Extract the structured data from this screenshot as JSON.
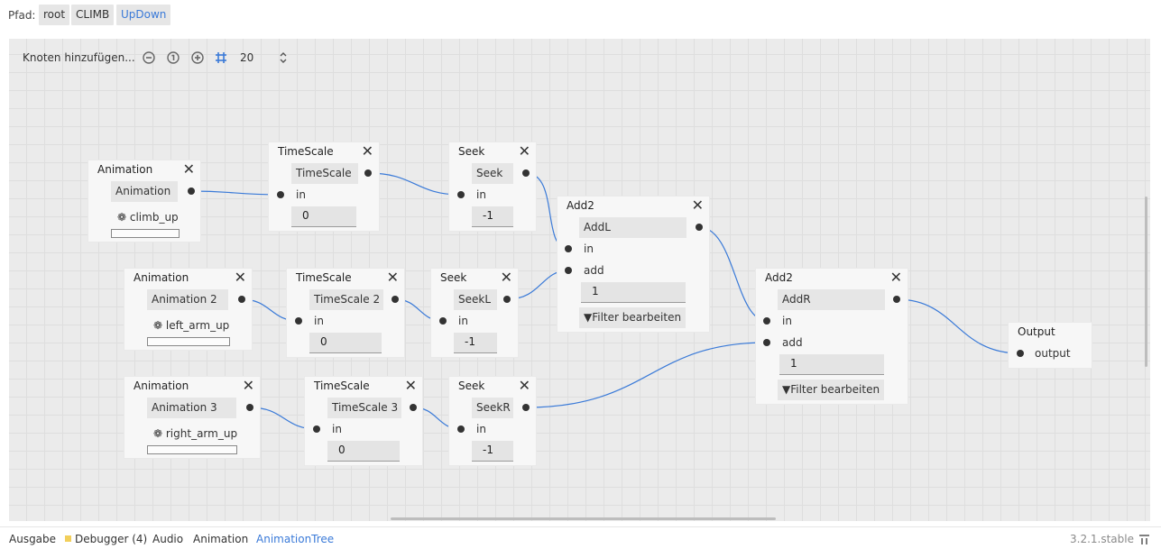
{
  "path_bar": {
    "label": "Pfad:",
    "crumbs": [
      "root",
      "CLIMB",
      "UpDown"
    ]
  },
  "toolbar": {
    "add_node": "Knoten hinzufügen...",
    "zoom_value": "20",
    "icons": [
      "zoom-out-icon",
      "zoom-reset-icon",
      "zoom-in-icon",
      "snap-grid-icon",
      "stepper-icon"
    ]
  },
  "nodes": {
    "anim1": {
      "title": "Animation",
      "field": "Animation",
      "anim": "climb_up"
    },
    "anim2": {
      "title": "Animation",
      "field": "Animation 2",
      "anim": "left_arm_up"
    },
    "anim3": {
      "title": "Animation",
      "field": "Animation 3",
      "anim": "right_arm_up"
    },
    "ts1": {
      "title": "TimeScale",
      "field": "TimeScale",
      "in": "in",
      "value": "0"
    },
    "ts2": {
      "title": "TimeScale",
      "field": "TimeScale 2",
      "in": "in",
      "value": "0"
    },
    "ts3": {
      "title": "TimeScale",
      "field": "TimeScale 3",
      "in": "in",
      "value": "0"
    },
    "seek1": {
      "title": "Seek",
      "field": "Seek",
      "in": "in",
      "value": "-1"
    },
    "seek2": {
      "title": "Seek",
      "field": "SeekL",
      "in": "in",
      "value": "-1"
    },
    "seek3": {
      "title": "Seek",
      "field": "SeekR",
      "in": "in",
      "value": "-1"
    },
    "addL": {
      "title": "Add2",
      "field": "AddL",
      "in": "in",
      "add": "add",
      "value": "1",
      "filter": "Filter bearbeiten"
    },
    "addR": {
      "title": "Add2",
      "field": "AddR",
      "in": "in",
      "add": "add",
      "value": "1",
      "filter": "Filter bearbeiten"
    },
    "output": {
      "title": "Output",
      "field": "output"
    }
  },
  "close_glyph": "✕",
  "bottom_panel": {
    "tabs": [
      "Ausgabe",
      "Debugger (4)",
      "Audio",
      "Animation",
      "AnimationTree"
    ],
    "active_tab": "AnimationTree",
    "version": "3.2.1.stable"
  },
  "colors": {
    "accent": "#3a7ad8",
    "link": "#3a7ad8",
    "debugger_badge": "#f2cf5b"
  }
}
